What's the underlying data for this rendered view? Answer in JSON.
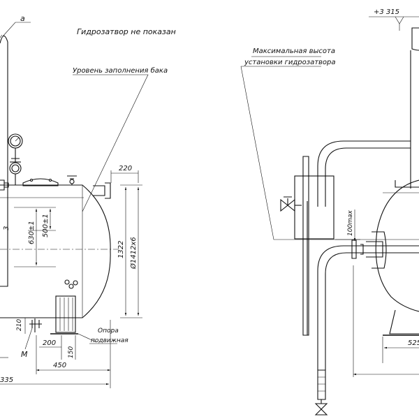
{
  "labels": {
    "ref_a": "а",
    "not_shown": "Гидрозатвор не показан",
    "fill_level": "Уровень заполнения бака",
    "max_height_1": "Максимальная высота",
    "max_height_2": "установки гидрозатвора",
    "support_1": "Опора",
    "support_2": "подвижная",
    "ref_m": "M"
  },
  "dimensions": {
    "elev_top": "+3 315",
    "d220": "220",
    "d630": "630±1",
    "d500": "500±1",
    "d3": "3",
    "d1322": "1322",
    "d1412": "Ø1412х6",
    "d210": "210",
    "d200": "200",
    "d150": "150",
    "d450": "450",
    "d335": "335",
    "d100max": "100max",
    "d525": "525"
  }
}
